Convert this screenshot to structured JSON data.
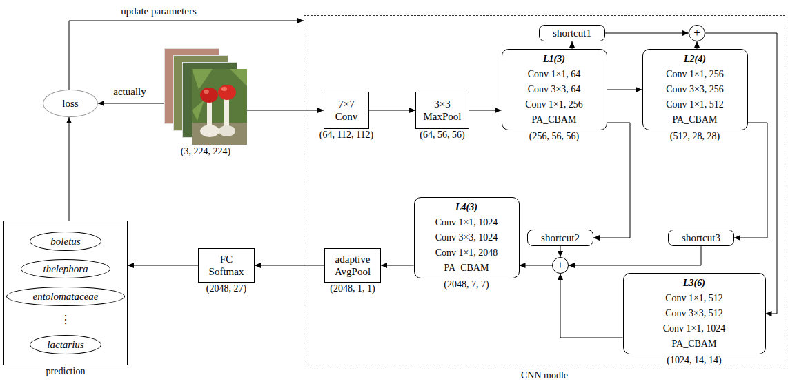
{
  "diagram": {
    "nodes": [
      {
        "text": [
          "loss"
        ]
      },
      {
        "text": [
          "(3, 224, 224)"
        ]
      },
      {
        "text": [
          "CNN modle"
        ]
      },
      {
        "text": [
          "7×7 Conv",
          "(64, 112, 112)"
        ],
        "in": 2
      },
      {
        "text": [
          "3×3 MaxPool",
          "(64, 56, 56)"
        ],
        "in": 2
      },
      {
        "text": [
          "shortcut1"
        ],
        "in": 2
      },
      {
        "text": [
          "+"
        ],
        "in": 2
      },
      {
        "text": [
          "L1(3)",
          "Conv 1×1, 64",
          "Conv 3×3, 64",
          "Conv 1×1, 256",
          "PA_CBAM",
          "(256, 56, 56)"
        ],
        "in": 2
      },
      {
        "text": [
          "L2(4)",
          "Conv 1×1, 256",
          "Conv 3×3, 256",
          "Conv 1×1, 512",
          "PA_CBAM",
          "(512, 28, 28)"
        ],
        "in": 2
      },
      {
        "text": [
          "shortcut2"
        ],
        "in": 2
      },
      {
        "text": [
          "shortcut3"
        ],
        "in": 2
      },
      {
        "text": [
          "+"
        ],
        "in": 2
      },
      {
        "text": [
          "L4(3)",
          "Conv 1×1, 1024",
          "Conv 3×3, 1024",
          "Conv 1×1, 2048",
          "PA_CBAM",
          "(2048, 7, 7)"
        ],
        "in": 2
      },
      {
        "text": [
          "L3(6)",
          "Conv 1×1, 512",
          "Conv 3×3, 512",
          "Conv 1×1, 1024",
          "PA_CBAM",
          "(1024, 14, 14)"
        ],
        "in": 2
      },
      {
        "text": [
          "adaptive AvgPool",
          "(2048, 1, 1)"
        ],
        "in": 2
      },
      {
        "text": [
          "FC Softmax",
          "(2048, 27)"
        ]
      },
      {
        "text": [
          "prediction"
        ]
      },
      {
        "text": [
          "boletus"
        ],
        "in": 16
      },
      {
        "text": [
          "thelephora"
        ],
        "in": 16
      },
      {
        "text": [
          "entolomataceae"
        ],
        "in": 16
      },
      {
        "text": [
          "lactarius"
        ],
        "in": 16
      }
    ],
    "edges": [
      {
        "from": 1,
        "to": 0,
        "label": "actually",
        "arrow": "to"
      },
      {
        "from": 0,
        "to": 2,
        "label": "update parameters",
        "arrow": "to"
      },
      {
        "from": 1,
        "to": 3,
        "arrow": "to"
      },
      {
        "from": 3,
        "to": 4,
        "arrow": "to"
      },
      {
        "from": 4,
        "to": 7,
        "arrow": "to"
      },
      {
        "from": 7,
        "to": 5,
        "arrow": "to"
      },
      {
        "from": 5,
        "to": 6,
        "arrow": "to"
      },
      {
        "from": 8,
        "to": 6,
        "arrow": "to"
      },
      {
        "from": 7,
        "to": 8,
        "arrow": "to"
      },
      {
        "from": 6,
        "to": 13,
        "arrow": "to"
      },
      {
        "from": 7,
        "to": 9,
        "arrow": "to"
      },
      {
        "from": 8,
        "to": 10,
        "arrow": "to"
      },
      {
        "from": 9,
        "to": 11,
        "arrow": "to"
      },
      {
        "from": 10,
        "to": 11,
        "arrow": "to"
      },
      {
        "from": 13,
        "to": 11,
        "arrow": "to"
      },
      {
        "from": 11,
        "to": 12,
        "arrow": "to"
      },
      {
        "from": 12,
        "to": 14,
        "arrow": "to"
      },
      {
        "from": 14,
        "to": 15,
        "arrow": "to"
      },
      {
        "from": 15,
        "to": 16,
        "arrow": "to"
      },
      {
        "from": 16,
        "to": 0,
        "arrow": "to"
      }
    ],
    "labels": [
      "⋮"
    ]
  }
}
